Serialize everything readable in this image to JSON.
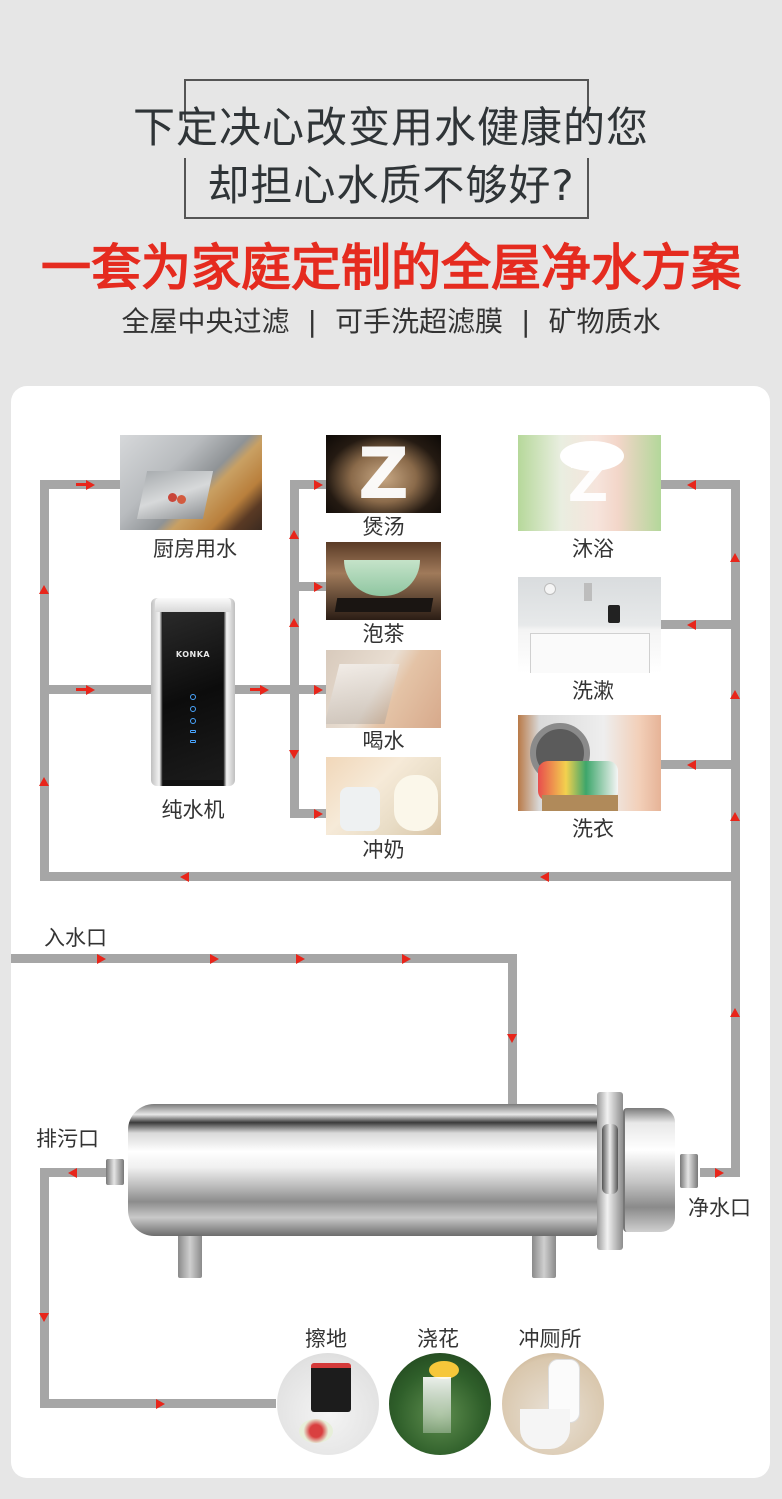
{
  "header": {
    "headline_line1": "下定决心改变用水健康的您",
    "headline_line2": "却担心水质不够好?",
    "slogan": "一套为家庭定制的全屋净水方案",
    "features": [
      "全屋中央过滤",
      "可手洗超滤膜",
      "矿物质水"
    ],
    "separator": "|"
  },
  "colors": {
    "background": "#e6e6e6",
    "card": "#ffffff",
    "slogan_red": "#e52b1f",
    "pipe_gray": "#a6a6a6",
    "arrow_red": "#e8251a",
    "text_dark": "#2f3437"
  },
  "diagram": {
    "kitchen": {
      "label": "厨房用水"
    },
    "purifier": {
      "label": "纯水机",
      "brand": "KONKA"
    },
    "drinking_uses": [
      {
        "label": "煲汤"
      },
      {
        "label": "泡茶"
      },
      {
        "label": "喝水"
      },
      {
        "label": "冲奶"
      }
    ],
    "household_uses": [
      {
        "label": "沐浴"
      },
      {
        "label": "洗漱"
      },
      {
        "label": "洗衣"
      }
    ],
    "ports": {
      "inlet": "入水口",
      "drain": "排污口",
      "outlet": "净水口"
    },
    "drain_uses": [
      {
        "label": "擦地"
      },
      {
        "label": "浇花"
      },
      {
        "label": "冲厕所"
      }
    ],
    "watermark": "Z"
  }
}
